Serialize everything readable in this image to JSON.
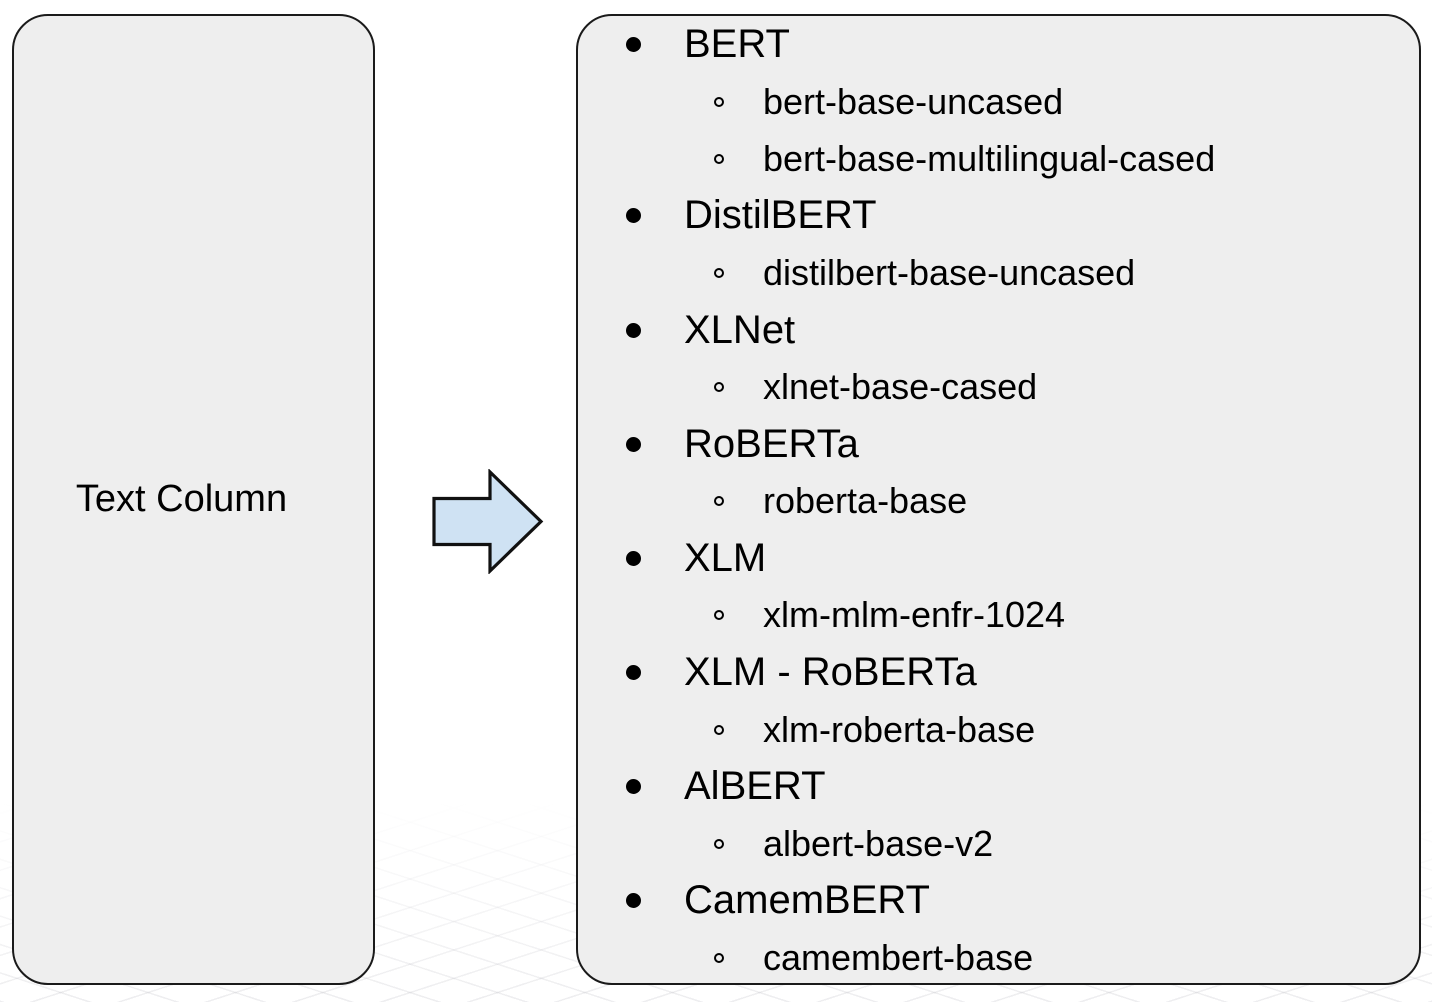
{
  "diagram": {
    "left_box": {
      "label": "Text Column"
    },
    "arrow": {
      "name": "right-block-arrow"
    },
    "right_box": {
      "models": [
        {
          "name": "BERT",
          "checkpoints": [
            "bert-base-uncased",
            "bert-base-multilingual-cased"
          ]
        },
        {
          "name": "DistilBERT",
          "checkpoints": [
            "distilbert-base-uncased"
          ]
        },
        {
          "name": "XLNet",
          "checkpoints": [
            "xlnet-base-cased"
          ]
        },
        {
          "name": "RoBERTa",
          "checkpoints": [
            "roberta-base"
          ]
        },
        {
          "name": "XLM",
          "checkpoints": [
            "xlm-mlm-enfr-1024"
          ]
        },
        {
          "name": "XLM - RoBERTa",
          "checkpoints": [
            "xlm-roberta-base"
          ]
        },
        {
          "name": "AlBERT",
          "checkpoints": [
            "albert-base-v2"
          ]
        },
        {
          "name": "CamemBERT",
          "checkpoints": [
            "camembert-base"
          ]
        }
      ]
    },
    "colors": {
      "box_fill": "#eeeeee",
      "box_border": "#1a1a1a",
      "arrow_fill": "#cfe2f3",
      "arrow_border": "#111111",
      "text": "#000000"
    }
  }
}
